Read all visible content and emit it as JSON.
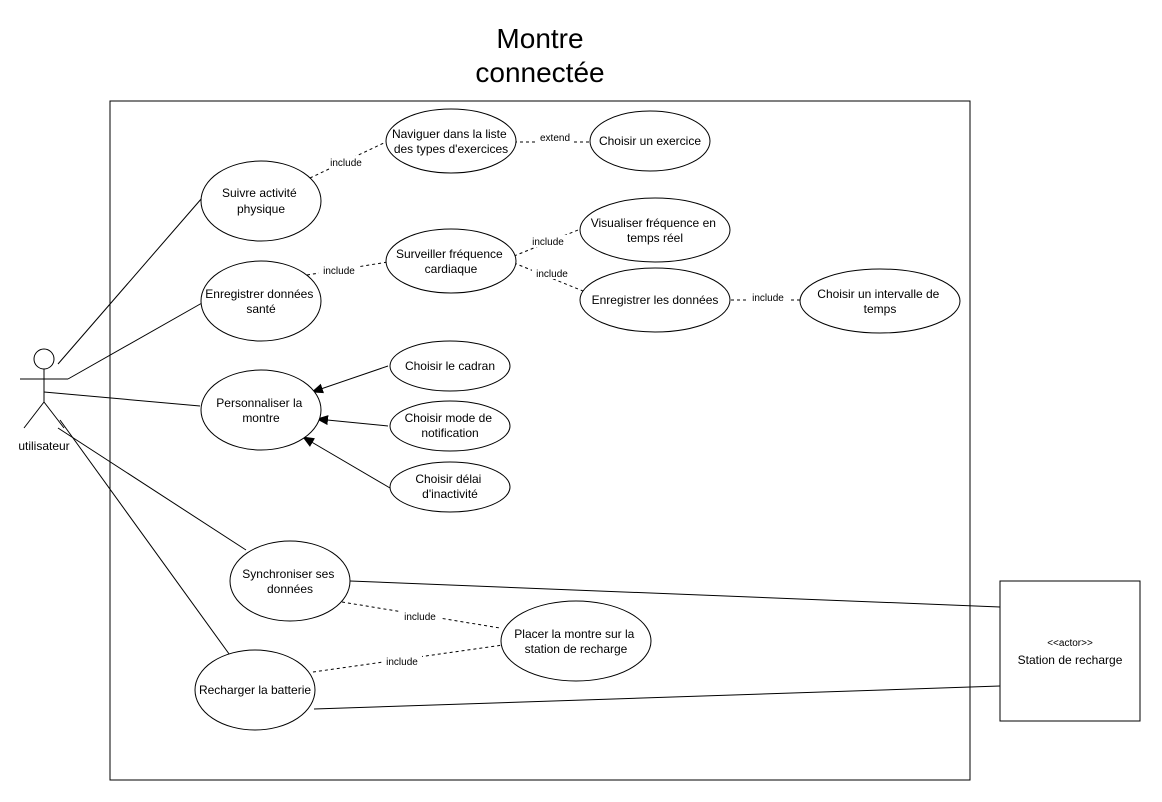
{
  "title_line1": "Montre",
  "title_line2": "connectée",
  "actors": {
    "user": "utilisateur",
    "station_stereotype": "<<actor>>",
    "station_name": "Station de recharge"
  },
  "use_cases": {
    "suivre": [
      "Suivre activité",
      "physique"
    ],
    "naviguer": [
      "Naviguer dans la liste",
      "des types d'exercices"
    ],
    "choisir_exercice": [
      "Choisir un exercice"
    ],
    "enregistrer_sante": [
      "Enregistrer données",
      "santé"
    ],
    "surveiller": [
      "Surveiller fréquence",
      "cardiaque"
    ],
    "visualiser": [
      "Visualiser fréquence en",
      "temps réel"
    ],
    "enregistrer_donnees": [
      "Enregistrer les données"
    ],
    "intervalle": [
      "Choisir un intervalle de",
      "temps"
    ],
    "personnaliser": [
      "Personnaliser la",
      "montre"
    ],
    "cadran": [
      "Choisir le cadran"
    ],
    "notification": [
      "Choisir mode de",
      "notification"
    ],
    "delai": [
      "Choisir délai",
      "d'inactivité"
    ],
    "synchroniser": [
      "Synchroniser ses",
      "données"
    ],
    "placer": [
      "Placer la montre sur la",
      "station de recharge"
    ],
    "recharger": [
      "Recharger la batterie"
    ]
  },
  "relations": {
    "include": "include",
    "extend": "extend"
  }
}
